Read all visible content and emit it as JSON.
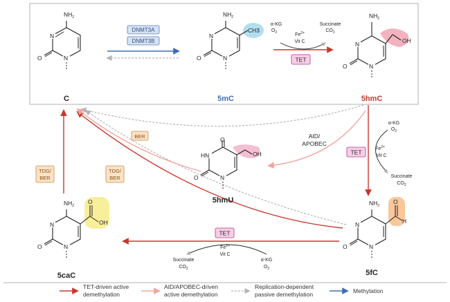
{
  "molecules": {
    "c": {
      "label": "C",
      "color": "#222222"
    },
    "m5c": {
      "label": "5mC",
      "color": "#3d6fb6",
      "substituent": "CH3"
    },
    "hm5c": {
      "label": "5hmC",
      "color": "#c8372d",
      "substituent": "OH"
    },
    "hm5u": {
      "label": "5hmU",
      "color": "#222222",
      "substituent": "OH"
    },
    "f5c": {
      "label": "5fC",
      "color": "#222222",
      "substituent": "H"
    },
    "ca5c": {
      "label": "5caC",
      "color": "#222222",
      "substituent": "OH"
    }
  },
  "enzymes": {
    "dnmt3a": "DNMT3A",
    "dnmt3b": "DNMT3B",
    "tet": "TET",
    "ber": "BER",
    "tdg_ber_line1": "TDG/",
    "tdg_ber_line2": "BER",
    "aid_line1": "AID/",
    "aid_line2": "APOBEC"
  },
  "cofactors": {
    "akg": "α-KG",
    "o2": "O",
    "fe": "Fe",
    "fe_charge": "2+",
    "vitc": "Vit C",
    "succinate": "Succinate",
    "co2": "CO"
  },
  "legend": {
    "tet_line1": "TET-driven active",
    "tet_line2": "demethylation",
    "aid_line1": "AID/APOBEC-driven",
    "aid_line2": "active demethylation",
    "rep_line1": "Replication-dependent",
    "rep_line2": "passive demethylation",
    "methylation": "Methylation"
  },
  "colors": {
    "tet_arrow": "#c8372d",
    "aid_arrow": "#f0a7a0",
    "passive_arrow": "#b5b5b5",
    "methylation_arrow": "#3d6fb6",
    "tet_box_fill": "#f6cfe6",
    "tet_box_stroke": "#b9378e",
    "ber_box_fill": "#fbe3c8",
    "ber_box_stroke": "#d9883b",
    "dnmt_box_fill": "#d7e2f3",
    "dnmt_box_stroke": "#5b7dba"
  }
}
